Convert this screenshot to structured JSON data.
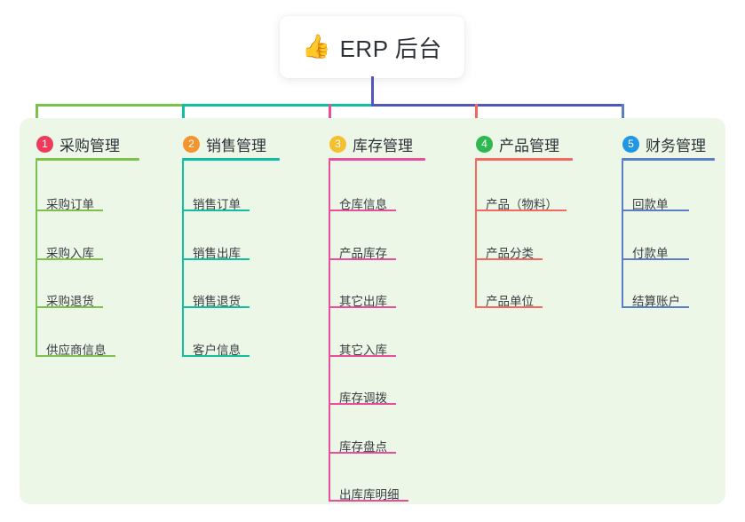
{
  "title": {
    "emoji": "👍",
    "emoji_name": "thumbs-up-icon",
    "text": "ERP 后台"
  },
  "colors": {
    "panel_bg": "#edf7e8",
    "page_bg": "#ffffff",
    "text": "#2f3238",
    "stem": "#5156bd",
    "bus_left": "#7cc24a",
    "bus_mid": "#10bfa0",
    "bus_right": "#5156bd"
  },
  "columns": [
    {
      "index": "1",
      "title": "采购管理",
      "badge_color": "#ef3b5b",
      "line_color": "#7cc24a",
      "items": [
        {
          "label": "采购订单"
        },
        {
          "label": "采购入库"
        },
        {
          "label": "采购退货"
        },
        {
          "label": "供应商信息"
        }
      ]
    },
    {
      "index": "2",
      "title": "销售管理",
      "badge_color": "#f5932f",
      "line_color": "#10bfa0",
      "items": [
        {
          "label": "销售订单"
        },
        {
          "label": "销售出库"
        },
        {
          "label": "销售退货"
        },
        {
          "label": "客户信息"
        }
      ]
    },
    {
      "index": "3",
      "title": "库存管理",
      "badge_color": "#f5c02f",
      "line_color": "#ea4d9b",
      "items": [
        {
          "label": "仓库信息"
        },
        {
          "label": "产品库存"
        },
        {
          "label": "其它出库"
        },
        {
          "label": "其它入库"
        },
        {
          "label": "库存调拨"
        },
        {
          "label": "库存盘点"
        },
        {
          "label": "出库库明细"
        }
      ]
    },
    {
      "index": "4",
      "title": "产品管理",
      "badge_color": "#2fb84f",
      "line_color": "#f4685f",
      "items": [
        {
          "label": "产品（物料）"
        },
        {
          "label": "产品分类"
        },
        {
          "label": "产品单位"
        }
      ]
    },
    {
      "index": "5",
      "title": "财务管理",
      "badge_color": "#2196e3",
      "line_color": "#5a7fc4",
      "items": [
        {
          "label": "回款单"
        },
        {
          "label": "付款单"
        },
        {
          "label": "结算账户"
        }
      ]
    }
  ]
}
